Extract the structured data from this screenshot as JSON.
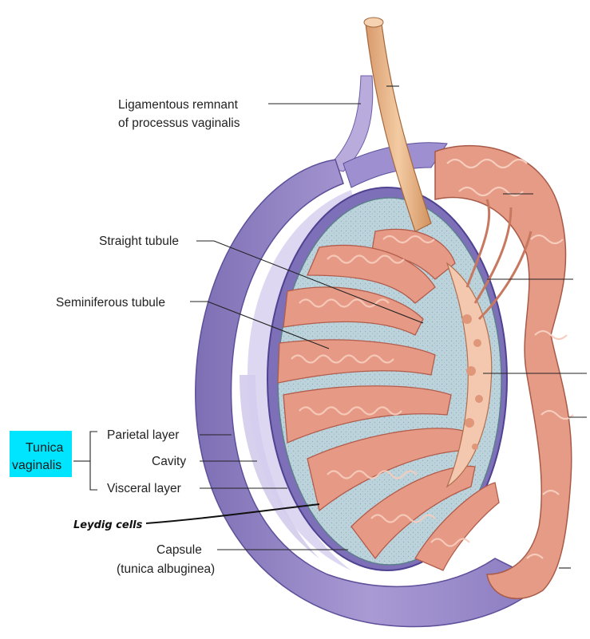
{
  "labels": {
    "ligamentous_line1": "Ligamentous remnant",
    "ligamentous_line2": "of processus vaginalis",
    "straight_tubule": "Straight tubule",
    "seminiferous_tubule": "Seminiferous tubule",
    "parietal_layer": "Parietal layer",
    "cavity": "Cavity",
    "visceral_layer": "Visceral layer",
    "leydig_cells": "Leydig cells",
    "capsule_line1": "Capsule",
    "capsule_line2": "(tunica albuginea)",
    "tunica_line1": "Tunica",
    "tunica_line2": "vaginalis"
  },
  "colors": {
    "tunica_highlight": "#00e5ff",
    "membrane_purple": "#8e7fc0",
    "membrane_light": "#c9bfe6",
    "tubule_pink": "#e89a84",
    "tubule_light": "#f6c9b8",
    "interstitium_blue": "#b7cfd8"
  }
}
